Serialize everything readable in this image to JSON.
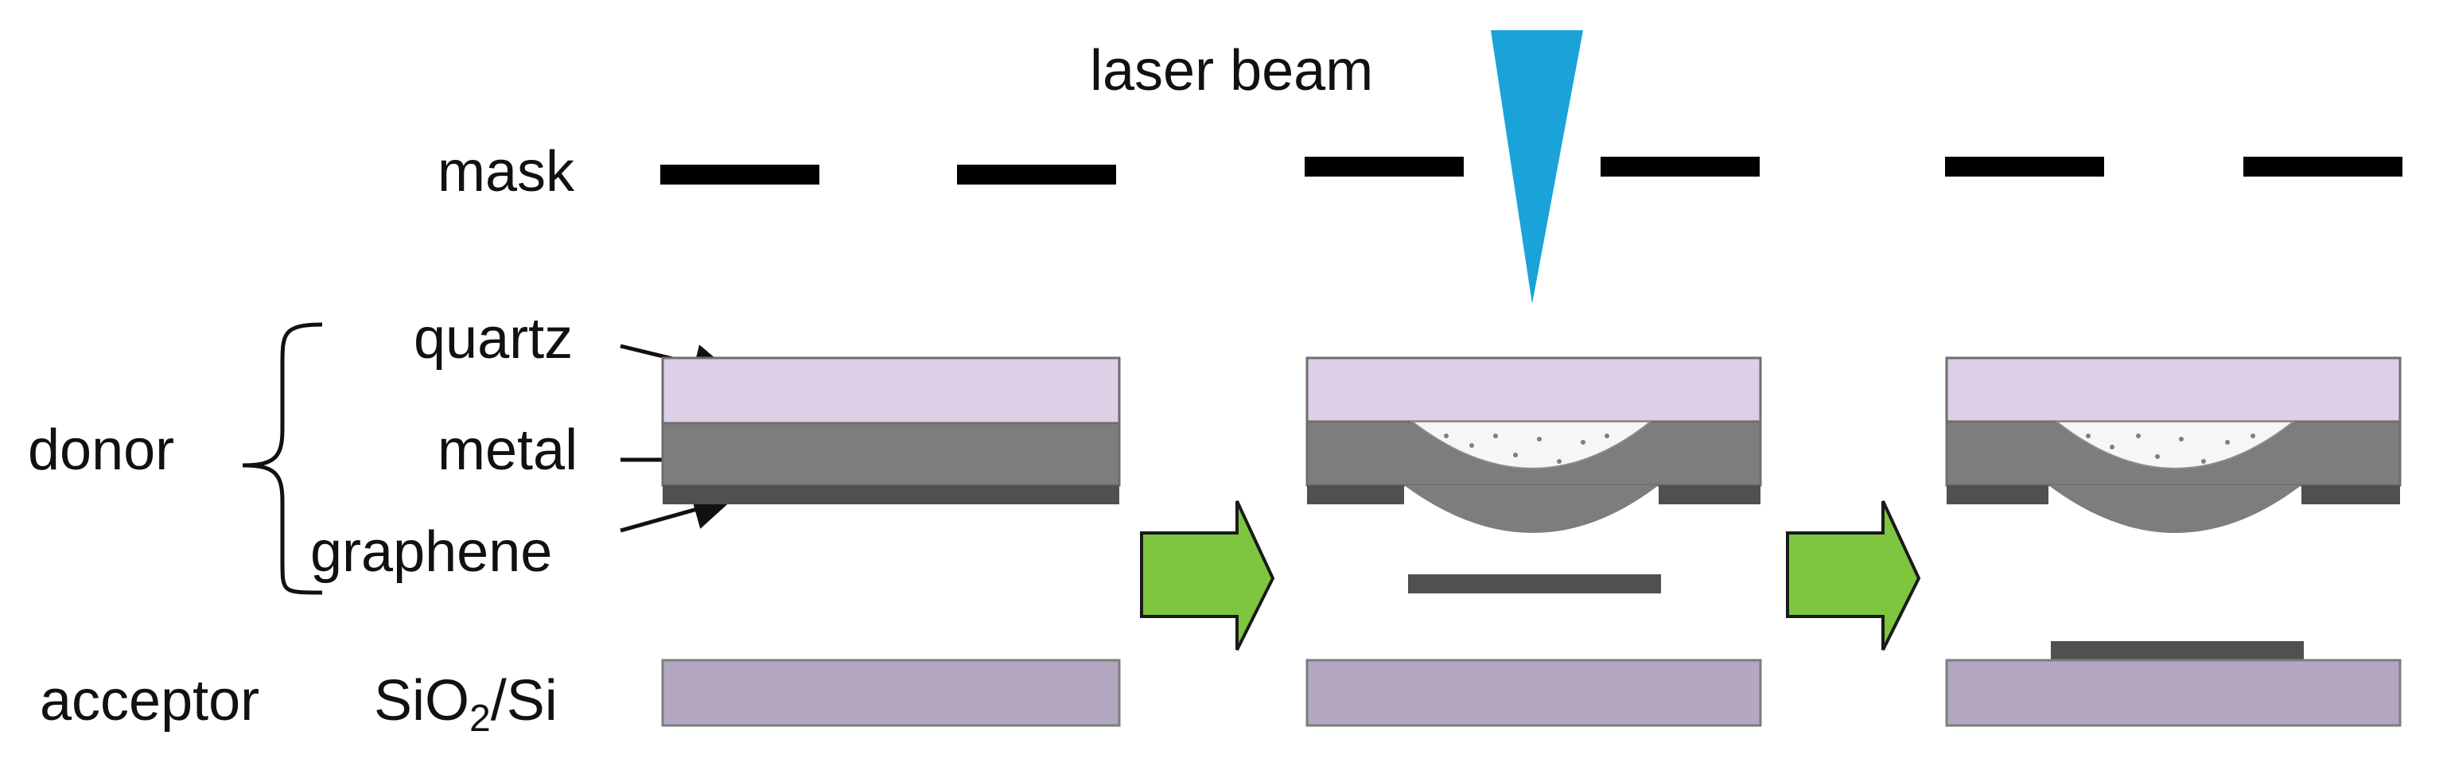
{
  "labels": {
    "laser_beam": "laser beam",
    "mask": "mask",
    "quartz": "quartz",
    "donor": "donor",
    "metal": "metal",
    "graphene": "graphene",
    "acceptor": "acceptor",
    "substrate_prefix": "SiO",
    "substrate_subscript": "2",
    "substrate_suffix": "/Si"
  },
  "colors": {
    "quartz": "#dccfe6",
    "metal": "#7d7d7d",
    "graphene": "#505050",
    "substrate": "#b3a7c2",
    "mask": "#000000",
    "laser": "#1aa3d9",
    "step_arrow": "#7ec63f",
    "outline": "#6e6e6e",
    "cavity": "#f6f6f6"
  },
  "stages": [
    {
      "name": "before-transfer"
    },
    {
      "name": "laser-irradiation"
    },
    {
      "name": "after-transfer"
    }
  ]
}
